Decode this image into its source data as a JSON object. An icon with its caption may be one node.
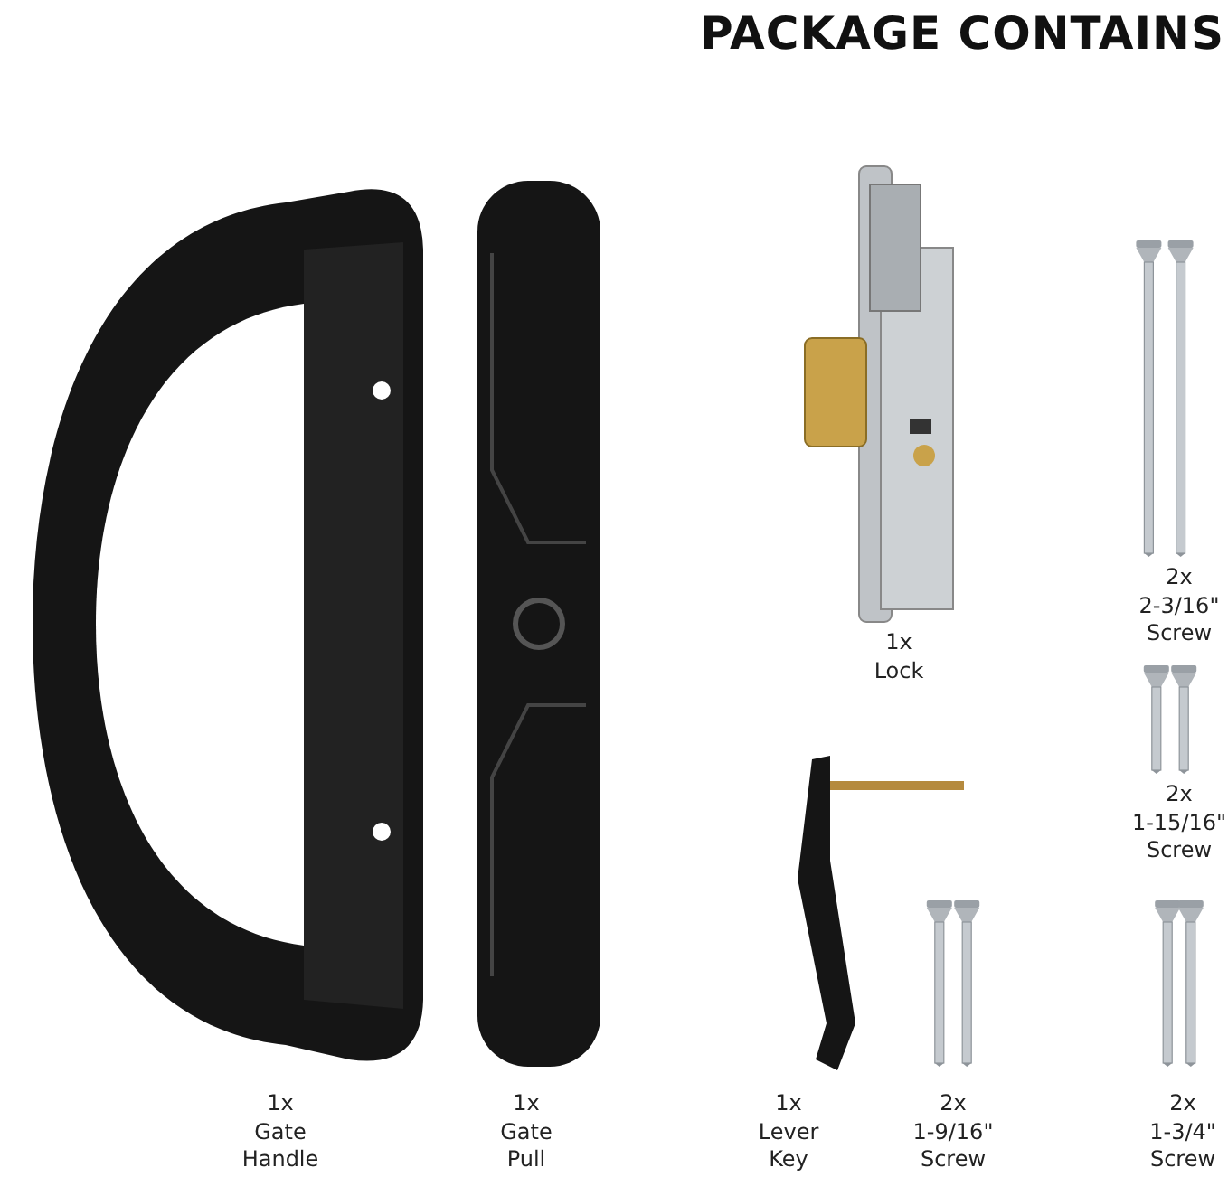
{
  "diagram": {
    "title": "PACKAGE CONTAINS",
    "nodes": [
      {
        "text": [],
        "shape": "picture",
        "beside": [
          "1x Gate Handle"
        ]
      },
      {
        "text": [],
        "shape": "picture",
        "beside": [
          "1x Gate Pull"
        ]
      },
      {
        "text": [],
        "shape": "picture",
        "beside": [
          "1x Lock"
        ]
      },
      {
        "text": [],
        "shape": "picture",
        "beside": [
          "2x 2-3/16\" Screw"
        ]
      },
      {
        "text": [],
        "shape": "picture",
        "beside": [
          "2x 1-15/16\" Screw"
        ]
      },
      {
        "text": [],
        "shape": "picture",
        "beside": [
          "1x Lever Key"
        ]
      },
      {
        "text": [],
        "shape": "picture",
        "beside": [
          "2x 1-9/16\" Screw"
        ]
      },
      {
        "text": [],
        "shape": "picture",
        "beside": [
          "2x 1-3/4\" Screw"
        ]
      }
    ]
  }
}
